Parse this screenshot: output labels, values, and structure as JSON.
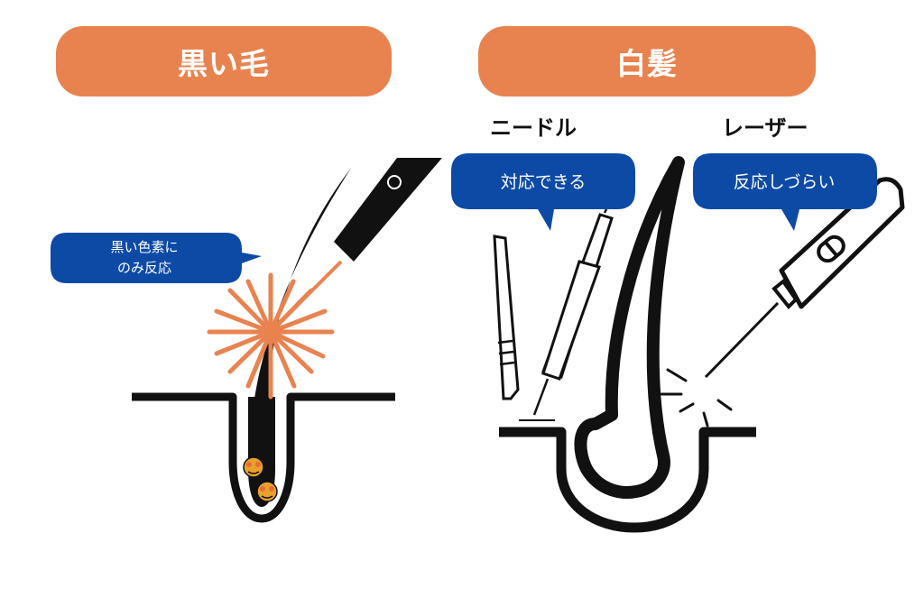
{
  "headers": {
    "black_hair": "黒い毛",
    "white_hair": "白髪"
  },
  "methods": {
    "needle": "ニードル",
    "laser": "レーザー"
  },
  "bubbles": {
    "black_pigment_line1": "黒い色素に",
    "black_pigment_line2": "のみ反応",
    "needle_response": "対応できる",
    "laser_response": "反応しづらい"
  },
  "colors": {
    "header_orange": "#e8834f",
    "bubble_blue": "#0d4aa6",
    "burst_orange": "#e8834f",
    "ink": "#111111"
  }
}
